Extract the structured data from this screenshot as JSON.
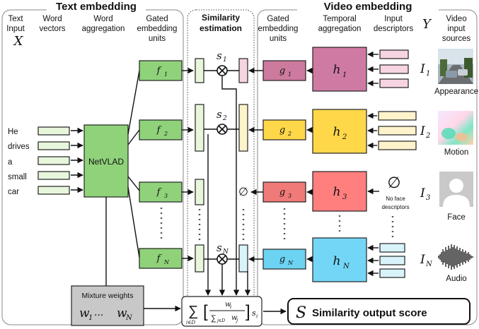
{
  "titles": {
    "text_embedding": "Text embedding",
    "similarity_line1": "Similarity",
    "similarity_line2": "estimation",
    "video_embedding": "Video embedding"
  },
  "text_columns": {
    "text_input_1": "Text",
    "text_input_2": "Input",
    "text_input_var": "X",
    "word_vectors_1": "Word",
    "word_vectors_2": "vectors",
    "word_aggregation_1": "Word",
    "word_aggregation_2": "aggregation",
    "gated_1": "Gated",
    "gated_2": "embedding",
    "gated_3": "units"
  },
  "words": [
    "He",
    "drives",
    "a",
    "small",
    "car"
  ],
  "netvlad": "NetVLAD",
  "text_units": [
    {
      "sym": "f",
      "sub": "1"
    },
    {
      "sym": "f",
      "sub": "2"
    },
    {
      "sym": "f",
      "sub": "3"
    },
    {
      "sym": "f",
      "sub": "N"
    }
  ],
  "sim_weights": [
    {
      "sym": "s",
      "sub": "1"
    },
    {
      "sym": "s",
      "sub": "2"
    },
    {
      "sym": "s",
      "sub": "N"
    }
  ],
  "empty_set": "∅",
  "video_columns": {
    "gated_1": "Gated",
    "gated_2": "embedding",
    "gated_3": "units",
    "temporal_1": "Temporal",
    "temporal_2": "aggregation",
    "input_desc_1": "Input",
    "input_desc_2": "descriptors",
    "input_var": "Y",
    "sources_1": "Video",
    "sources_2": "input",
    "sources_3": "sources"
  },
  "video_units": [
    {
      "sym": "g",
      "sub": "1",
      "color": "#cc7a9e"
    },
    {
      "sym": "g",
      "sub": "2",
      "color": "#ffd84a"
    },
    {
      "sym": "g",
      "sub": "3",
      "color": "#f07a78"
    },
    {
      "sym": "g",
      "sub": "N",
      "color": "#6cd3f2"
    }
  ],
  "temporal_units": [
    {
      "sym": "h",
      "sub": "1",
      "color": "#cf7aa3"
    },
    {
      "sym": "h",
      "sub": "2",
      "color": "#ffd84a"
    },
    {
      "sym": "h",
      "sub": "3",
      "color": "#ff7f7f"
    },
    {
      "sym": "h",
      "sub": "N",
      "color": "#74d6f6"
    }
  ],
  "no_face_1": "No face",
  "no_face_2": "descriptors",
  "sources": [
    {
      "var": "I",
      "sub": "1",
      "label": "Appearance"
    },
    {
      "var": "I",
      "sub": "2",
      "label": "Motion"
    },
    {
      "var": "I",
      "sub": "3",
      "label": "Face"
    },
    {
      "var": "I",
      "sub": "N",
      "label": "Audio"
    }
  ],
  "mixture": {
    "title": "Mixture weights",
    "formula": "w",
    "sub1": "1",
    "dots": "...",
    "subN": "N"
  },
  "sum_formula": {
    "sigma": "∑",
    "under": "i∈D",
    "num": "w",
    "num_sub": "i",
    "den": "∑",
    "den_under": "j∈D",
    "den_w": "w",
    "den_sub": "j",
    "s": "s",
    "s_sub": "i"
  },
  "output": {
    "symbol": "S",
    "label": "Similarity output score"
  },
  "colors": {
    "green": "#8fd27a",
    "green_light": "#e8f7dc",
    "yellow_light": "#fff3cc",
    "pink_light": "#f6d4e1",
    "blue_light": "#d9f3fb",
    "mixture_gray": "#c8c8c8"
  }
}
